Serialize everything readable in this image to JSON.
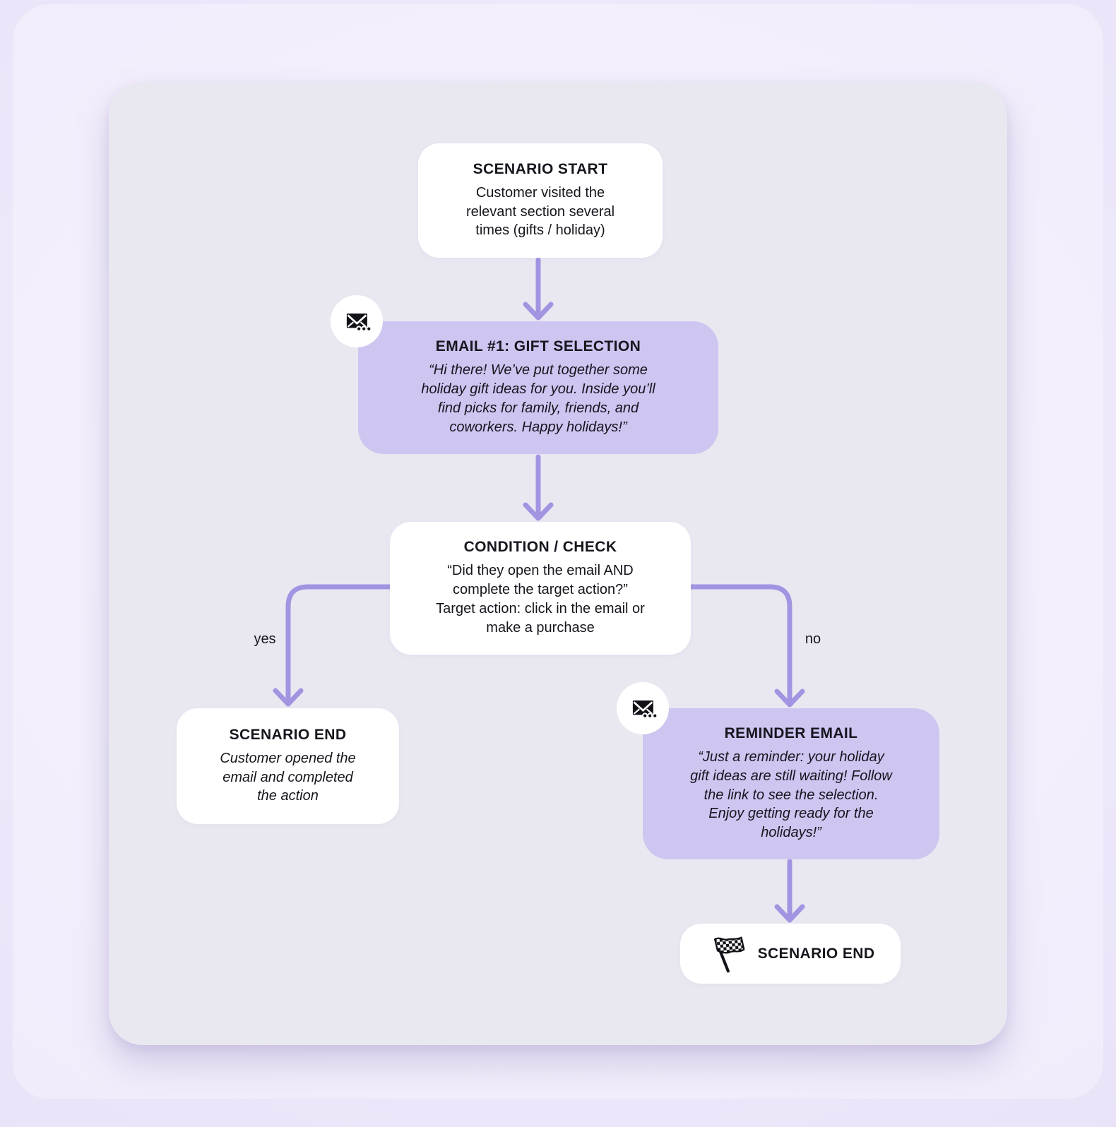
{
  "diagram": {
    "nodes": {
      "start": {
        "title": "SCENARIO START",
        "body": "Customer visited the\nrelevant section several\ntimes (gifts / holiday)"
      },
      "email1": {
        "title": "EMAIL #1: GIFT SELECTION",
        "body": "“Hi there! We’ve put together some\nholiday gift ideas for you. Inside you’ll\nfind picks for family, friends, and\ncoworkers. Happy holidays!”"
      },
      "condition": {
        "title": "CONDITION / CHECK",
        "body": "“Did they open the email AND\ncomplete the target action?”\nTarget action: click in the email or\nmake a purchase"
      },
      "end_yes": {
        "title": "SCENARIO END",
        "body": "Customer opened the\nemail and completed\nthe action"
      },
      "reminder": {
        "title": "REMINDER EMAIL",
        "body": "“Just a reminder: your holiday\ngift ideas are still waiting! Follow\nthe link to see the selection.\nEnjoy getting ready for the\nholidays!”"
      },
      "end_final": {
        "title": "SCENARIO END"
      }
    },
    "branch_labels": {
      "yes": "yes",
      "no": "no"
    },
    "icons": {
      "email": "email-envelope",
      "flag": "checkered-flag"
    }
  },
  "colors": {
    "card-bg": "#e9e8f1",
    "node-white": "#ffffff",
    "node-purple": "#cec5f1",
    "connector": "#a394e2",
    "text": "#17151d"
  }
}
